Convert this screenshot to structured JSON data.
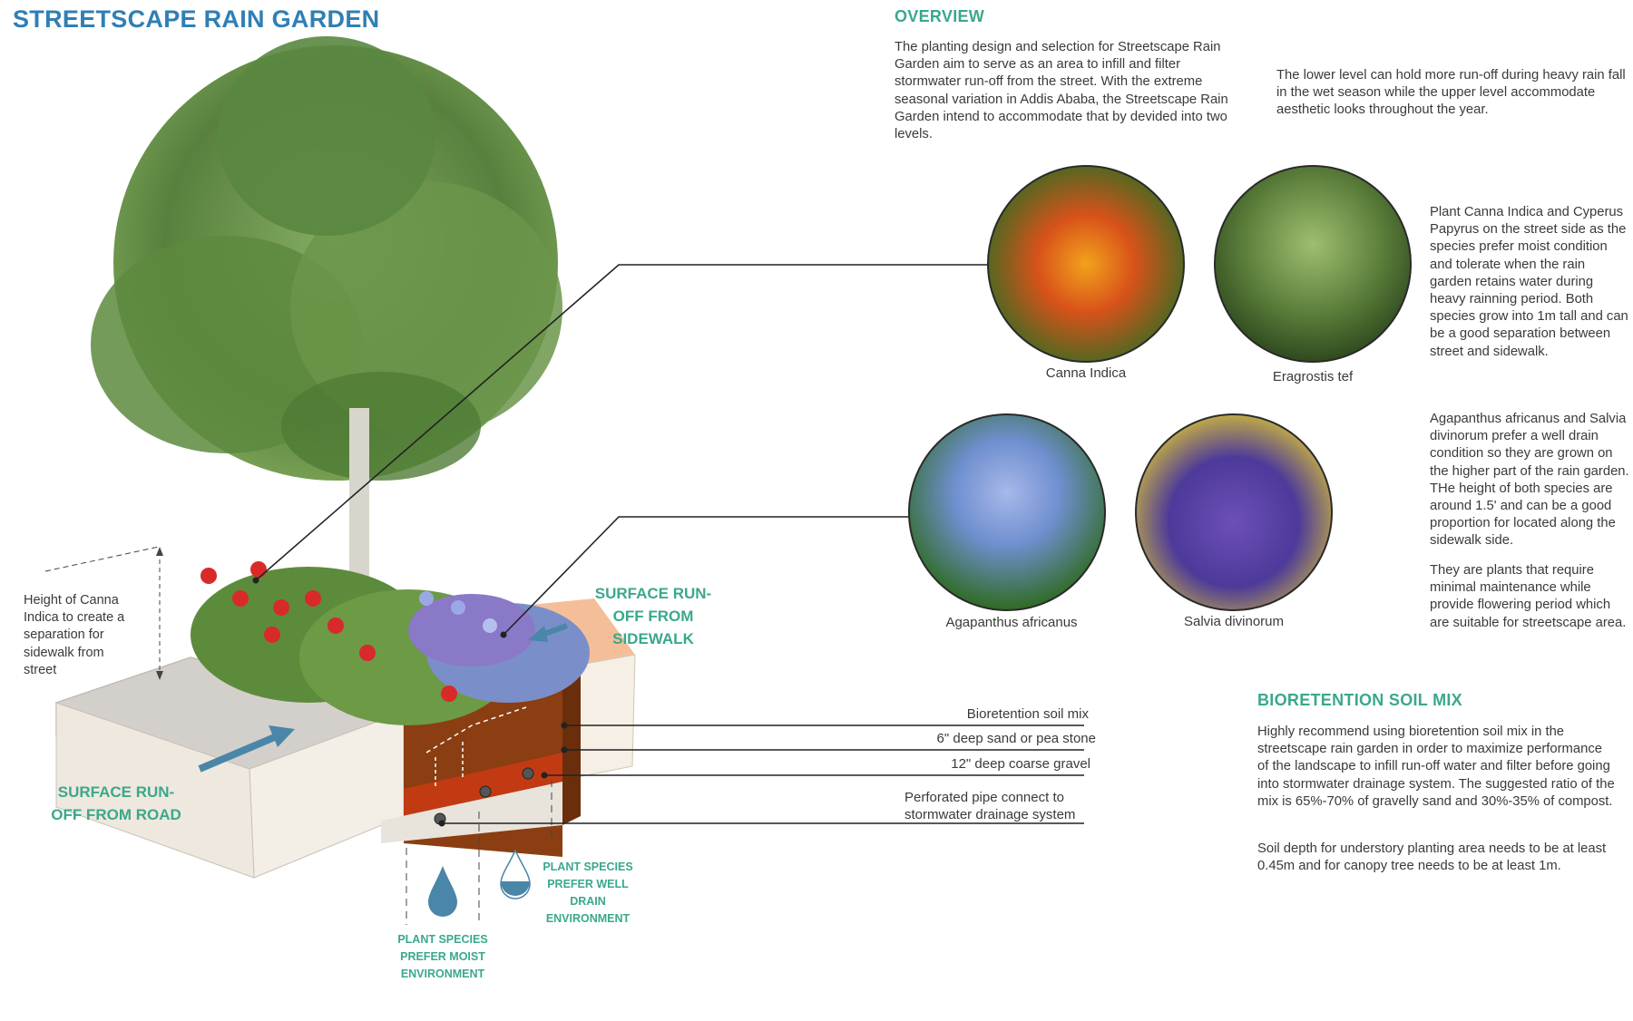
{
  "title": "STREETSCAPE RAIN GARDEN",
  "overview": {
    "heading": "OVERVIEW",
    "text1": "The planting design and selection for Streetscape Rain Garden aim to serve as an area to infill and filter stormwater run-off from the street. With the extreme seasonal variation in Addis Ababa, the Streetscape Rain Garden intend to accommodate that by devided into two levels.",
    "text2": "The lower level can hold more run-off during heavy rain fall in the wet season while the upper level accommodate aesthetic looks throughout the year."
  },
  "plants": {
    "canna": "Canna Indica",
    "eragrostis": "Eragrostis tef",
    "agapanthus": "Agapanthus africanus",
    "salvia": "Salvia divinorum"
  },
  "notes": {
    "street_side": "Plant Canna Indica and Cyperus Papyrus on the street side as the species prefer moist condition and tolerate when the rain garden retains water during heavy rainning period. Both species grow into 1m tall and can be a good separation between street and sidewalk.",
    "well_drain": "Agapanthus africanus and Salvia divinorum prefer a well drain condition so they are grown on the higher part of the rain garden. THe height of both species are around 1.5' and can be a good proportion for located along the sidewalk side.",
    "maintenance": "They are plants that require minimal maintenance while provide flowering period which are suitable for streetscape area."
  },
  "soil": {
    "heading": "BIORETENTION SOIL MIX",
    "text1": "Highly recommend using bioretention soil mix in the streetscape rain garden in order to maximize performance of the landscape to infill run-off water and filter before going into stormwater drainage system. The suggested ratio of the mix is 65%-70% of gravelly sand and 30%-35% of compost.",
    "text2": "Soil depth for understory planting area needs to be at least 0.45m and for canopy tree needs to be at least 1m."
  },
  "layers": {
    "soil_mix": "Bioretention soil mix",
    "sand": "6\" deep sand or pea stone",
    "gravel": "12\" deep coarse gravel",
    "pipe": "Perforated pipe connect to stormwater drainage system"
  },
  "diagram": {
    "height_note": "Height of Canna Indica to create a separation for sidewalk from street",
    "runoff_sidewalk": "SURFACE RUN-OFF FROM SIDEWALK",
    "runoff_road": "SURFACE RUN-OFF FROM ROAD",
    "moist": "PLANT SPECIES PREFER MOIST ENVIRONMENT",
    "well_drain": "PLANT SPECIES PREFER WELL DRAIN ENVIRONMENT"
  },
  "colors": {
    "title_blue": "#2f7fb5",
    "heading_green": "#3aa88c",
    "soil_brown": "#8a3e12",
    "sand_red": "#c23a12",
    "water_blue": "#4a86a8"
  }
}
